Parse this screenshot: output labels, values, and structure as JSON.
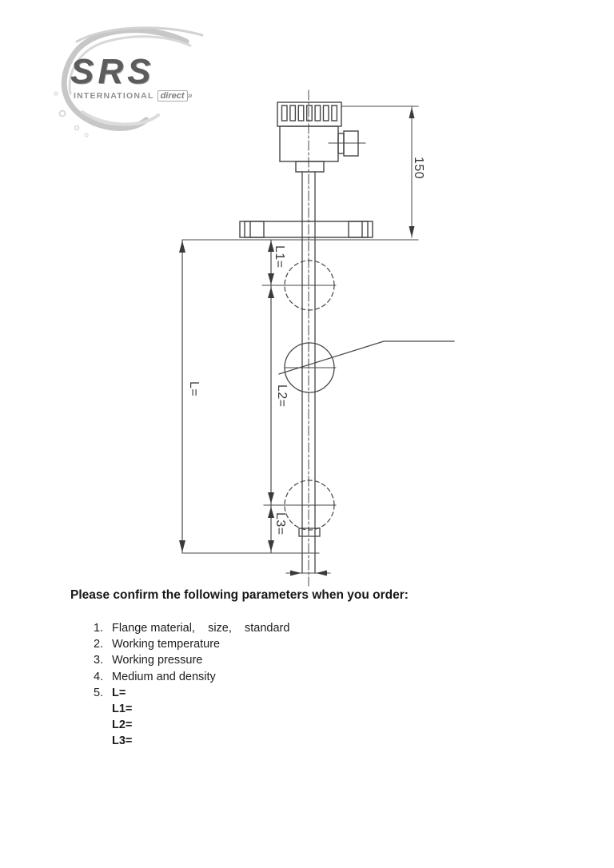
{
  "logo": {
    "srs": "SRS",
    "international": "INTERNATIONAL",
    "direct": "direct",
    "chevron": "»"
  },
  "diagram": {
    "dim_150": "150",
    "dim_L": "L=",
    "dim_L1": "L1=",
    "dim_L2": "L2=",
    "dim_L3": "L3=",
    "line_color": "#454545"
  },
  "order": {
    "title": "Please confirm the following parameters when you order:",
    "items": [
      {
        "num": "1.",
        "text": "Flange material,    size,    standard"
      },
      {
        "num": "2.",
        "text": "Working temperature"
      },
      {
        "num": "3.",
        "text": "Working pressure"
      },
      {
        "num": "4.",
        "text": "Medium and density"
      },
      {
        "num": "5.",
        "text": "L="
      }
    ],
    "sub_items": [
      {
        "text": "L1="
      },
      {
        "text": "L2="
      },
      {
        "text": "L3="
      }
    ]
  }
}
